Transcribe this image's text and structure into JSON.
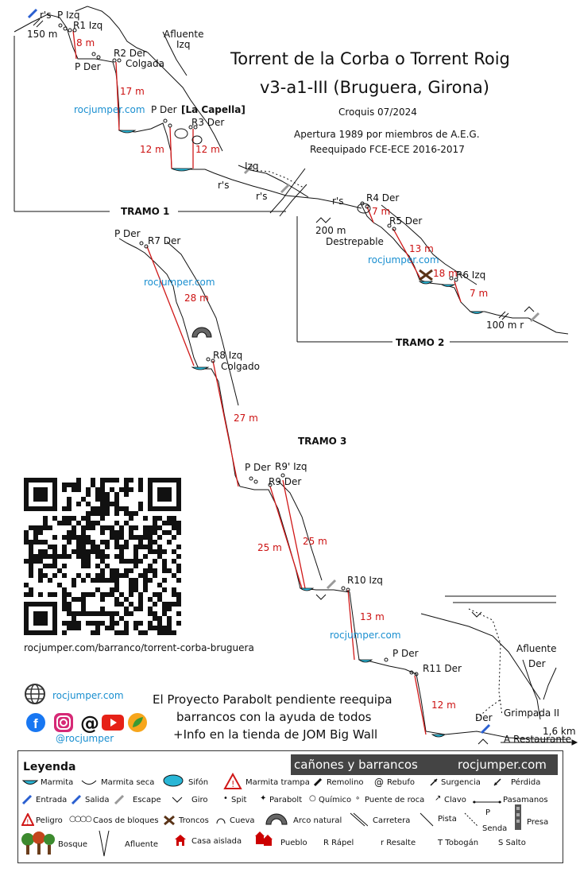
{
  "header": {
    "title_line1": "Torrent de la Corba o Torrent Roig",
    "title_line2": "v3-a1-III (Bruguera, Girona)",
    "croquis": "Croquis 07/2024",
    "apertura": "Apertura 1989 por miembros de A.E.G.",
    "reequipado": "Reequipado FCE-ECE 2016-2017"
  },
  "tramos": {
    "t1": "TRAMO 1",
    "t2": "TRAMO 2",
    "t3": "TRAMO 3"
  },
  "labels": {
    "rs_top": "r's",
    "p_izq": "P Izq",
    "r1": "R1 Izq",
    "m150": "150 m",
    "afluente_izq_1": "Afluente",
    "afluente_izq_2": "Izq",
    "r2": "R2 Der",
    "colgada": "Colgada",
    "p_der_1": "P Der",
    "r8m": "8 m",
    "r17m": "17 m",
    "web1": "rocjumper.com",
    "p_der_2": "P Der",
    "la_capella": "[La Capella]",
    "r3": "R3 Der",
    "m12a": "12 m",
    "m12b": "12 m",
    "izq_escape": "Izq",
    "rs_a": "r's",
    "rs_b": "r's",
    "rs_c": "r's",
    "r4": "R4 Der",
    "m7a": "7 m",
    "r5": "R5 Der",
    "m200": "200 m",
    "destrepable": "Destrepable",
    "m13a": "13 m",
    "web2": "rocjumper.com",
    "m18": "18 m",
    "r6": "R6 Izq",
    "m7b": "7 m",
    "m100": "100 m r",
    "p_der_3": "P Der",
    "r7": "R7 Der",
    "web3": "rocjumper.com",
    "m28": "28 m",
    "r8": "R8 Izq",
    "colgado": "Colgado",
    "m27": "27 m",
    "p_der_4": "P Der",
    "r9p": "R9' Izq",
    "r9": "R9 Der",
    "m25a": "25 m",
    "m25b": "25 m",
    "r10": "R10 Izq",
    "m13b": "13 m",
    "web4": "rocjumper.com",
    "p_der_5": "P Der",
    "r11": "R11 Der",
    "afluente_der_1": "Afluente",
    "afluente_der_2": "Der",
    "m12c": "12 m",
    "der": "Der",
    "grimpada": "Grimpada II",
    "km16": "1,6 km",
    "restaurante": "A Restaurante"
  },
  "qr_url": "rocjumper.com/barranco/torrent-corba-bruguera",
  "social": {
    "web": "rocjumper.com",
    "handle": "@rocjumper"
  },
  "promo": {
    "line1": "El Proyecto Parabolt pendiente reequipa",
    "line2": "barrancos con la ayuda de todos",
    "line3": "+Info en la tienda de JOM Big Wall"
  },
  "legend": {
    "title": "Leyenda",
    "banner_left": "cañones y barrancos",
    "banner_right": "rocjumper.com",
    "row1": [
      "Marmita",
      "Marmita seca",
      "Sifón",
      "Marmita trampa",
      "Remolino",
      "Rebufo",
      "Surgencia",
      "Pérdida"
    ],
    "row2": [
      "Entrada",
      "Salida",
      "Escape",
      "Giro",
      "Spit",
      "Parabolt",
      "Químico",
      "Puente de roca",
      "Clavo",
      "Pasamanos"
    ],
    "row3": [
      "Peligro",
      "Caos de bloques",
      "Troncos",
      "Cueva",
      "Arco natural",
      "Carretera",
      "Pista",
      "Senda",
      "Presa"
    ],
    "row4": [
      "Bosque",
      "Afluente",
      "Casa aislada",
      "Pueblo",
      "R Rápel",
      "r Resalte",
      "T Tobogán",
      "S Salto"
    ],
    "p_mark": "P"
  },
  "colors": {
    "rope": "#d01818",
    "water": "#29b6d6",
    "blue_text": "#1a8fd0",
    "arrow_blue": "#2a5fd0"
  }
}
